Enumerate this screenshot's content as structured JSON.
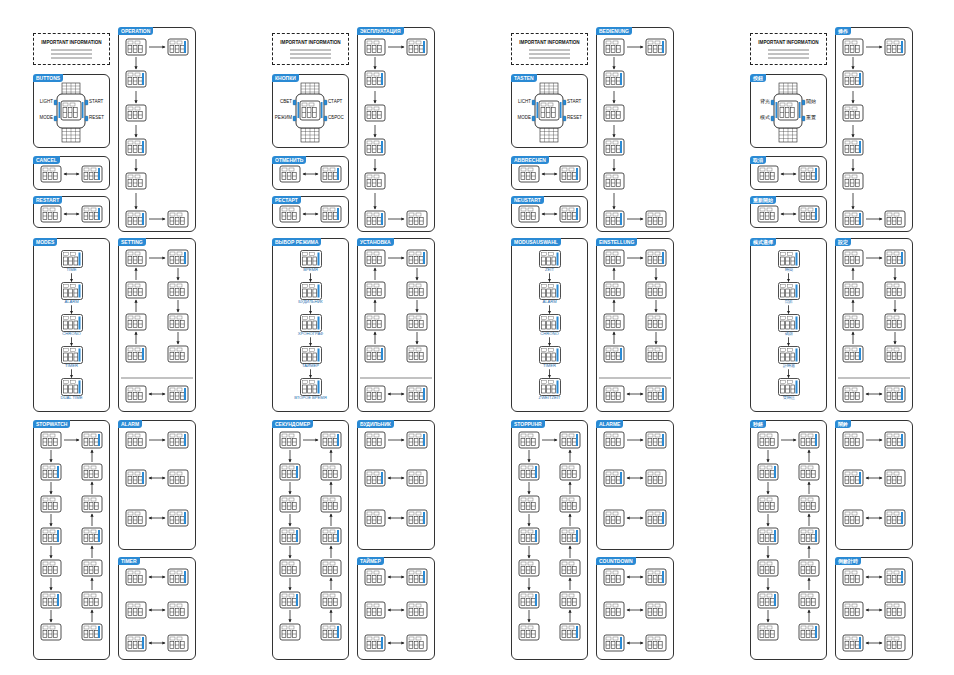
{
  "diagram": {
    "nodes": [
      {
        "text": [
          "IMPORTANT INFORMATION"
        ]
      },
      {
        "text": [
          "BUTTONS"
        ]
      },
      {
        "text": [
          "CANCEL"
        ]
      },
      {
        "text": [
          "RESTART"
        ]
      },
      {
        "text": [
          "MODES"
        ]
      },
      {
        "text": [
          "TIME"
        ],
        "in": 4
      },
      {
        "text": [
          "ALARM"
        ],
        "in": 4
      },
      {
        "text": [
          "CHRONO"
        ],
        "in": 4
      },
      {
        "text": [
          "TIMER"
        ],
        "in": 4
      },
      {
        "text": [
          "DUAL TIME"
        ],
        "in": 4
      },
      {
        "text": [
          "STOPWATCH"
        ]
      },
      {
        "text": [
          "OPERATION"
        ]
      },
      {
        "text": [
          "SETTING"
        ]
      },
      {
        "text": [
          "ALARM"
        ]
      },
      {
        "text": [
          "TIMER"
        ]
      },
      {
        "text": [
          "IMPORTANT INFORMATION"
        ]
      },
      {
        "text": [
          "КНОПКИ"
        ]
      },
      {
        "text": [
          "ОТМЕНИТЬ"
        ]
      },
      {
        "text": [
          "РЕСТАРТ"
        ]
      },
      {
        "text": [
          "ВЫБОР РЕЖИМА"
        ]
      },
      {
        "text": [
          "ВРЕМЯ"
        ],
        "in": 19
      },
      {
        "text": [
          "БУДИЛЬНИК"
        ],
        "in": 19
      },
      {
        "text": [
          "ХРОНОГРАФ"
        ],
        "in": 19
      },
      {
        "text": [
          "ТАЙМЕР"
        ],
        "in": 19
      },
      {
        "text": [
          "ВТОРОЕ ВРЕМЯ"
        ],
        "in": 19
      },
      {
        "text": [
          "СЕКУНДОМЕР"
        ]
      },
      {
        "text": [
          "ЭКСПЛУАТАЦИЯ"
        ]
      },
      {
        "text": [
          "УСТАНОВКА"
        ]
      },
      {
        "text": [
          "БУДИЛЬНИК"
        ]
      },
      {
        "text": [
          "ТАЙМЕР"
        ]
      },
      {
        "text": [
          "IMPORTANT INFORMATION"
        ]
      },
      {
        "text": [
          "TASTEN"
        ]
      },
      {
        "text": [
          "ABBRECHEN"
        ]
      },
      {
        "text": [
          "NEUSTART"
        ]
      },
      {
        "text": [
          "MODUSAUSWAHL"
        ]
      },
      {
        "text": [
          "ZEIT"
        ],
        "in": 34
      },
      {
        "text": [
          "ALARM"
        ],
        "in": 34
      },
      {
        "text": [
          "CHRONO"
        ],
        "in": 34
      },
      {
        "text": [
          "TIMER"
        ],
        "in": 34
      },
      {
        "text": [
          "ZWEITZEIT"
        ],
        "in": 34
      },
      {
        "text": [
          "STOPPUHR"
        ]
      },
      {
        "text": [
          "BEDIENUNG"
        ]
      },
      {
        "text": [
          "EINSTELLUNG"
        ]
      },
      {
        "text": [
          "ALARME"
        ]
      },
      {
        "text": [
          "COUNTDOWN"
        ]
      },
      {
        "text": [
          "IMPORTANT INFORMATION"
        ]
      },
      {
        "text": [
          "按鈕"
        ]
      },
      {
        "text": [
          "取消"
        ]
      },
      {
        "text": [
          "重新開始"
        ]
      },
      {
        "text": [
          "模式選擇"
        ]
      },
      {
        "text": [
          "時間"
        ],
        "in": 49
      },
      {
        "text": [
          "鬧鈴"
        ],
        "in": 49
      },
      {
        "text": [
          "碼錶"
        ],
        "in": 49
      },
      {
        "text": [
          "計時器"
        ],
        "in": 49
      },
      {
        "text": [
          "雙時區"
        ],
        "in": 49
      },
      {
        "text": [
          "秒錶"
        ]
      },
      {
        "text": [
          "操作"
        ]
      },
      {
        "text": [
          "設定"
        ]
      },
      {
        "text": [
          "鬧鈴"
        ]
      },
      {
        "text": [
          "倒數計時"
        ]
      }
    ],
    "edges": [
      {
        "from": 5,
        "to": 6,
        "arrow": "to"
      },
      {
        "from": 6,
        "to": 7,
        "arrow": "to"
      },
      {
        "from": 7,
        "to": 8,
        "arrow": "to"
      },
      {
        "from": 8,
        "to": 9,
        "arrow": "to"
      },
      {
        "from": 20,
        "to": 21,
        "arrow": "to"
      },
      {
        "from": 21,
        "to": 22,
        "arrow": "to"
      },
      {
        "from": 22,
        "to": 23,
        "arrow": "to"
      },
      {
        "from": 23,
        "to": 24,
        "arrow": "to"
      },
      {
        "from": 35,
        "to": 36,
        "arrow": "to"
      },
      {
        "from": 36,
        "to": 37,
        "arrow": "to"
      },
      {
        "from": 37,
        "to": 38,
        "arrow": "to"
      },
      {
        "from": 38,
        "to": 39,
        "arrow": "to"
      },
      {
        "from": 50,
        "to": 51,
        "arrow": "to"
      },
      {
        "from": 51,
        "to": 52,
        "arrow": "to"
      },
      {
        "from": 52,
        "to": 53,
        "arrow": "to"
      },
      {
        "from": 53,
        "to": 54,
        "arrow": "to"
      }
    ],
    "labels": [
      "LIGHT",
      "MODE",
      "START",
      "RESET",
      "СВЕТ",
      "РЕЖИМ",
      "СТАРТ",
      "СБРОС",
      "LICHT",
      "MODE",
      "START",
      "RESET",
      "背光",
      "模式",
      "開始",
      "重置"
    ]
  }
}
